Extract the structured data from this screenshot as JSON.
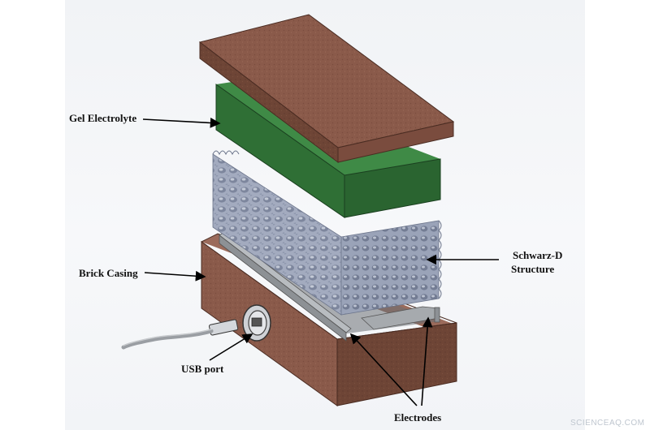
{
  "labels": {
    "gel_electrolyte": "Gel Electrolyte",
    "schwarz_line1": "Schwarz-D",
    "schwarz_line2": "Structure",
    "brick_casing": "Brick Casing",
    "usb_port": "USB port",
    "electrodes": "Electrodes"
  },
  "watermark": "SCIENCEAQ.COM",
  "colors": {
    "brick": "#8a5a4a",
    "brick_dark": "#5e3a2e",
    "gel": "#2f6f35",
    "gel_dark": "#1f5026",
    "lattice": "#8f99b0",
    "electrode": "#9ea2a6",
    "arrow": "#000000"
  }
}
